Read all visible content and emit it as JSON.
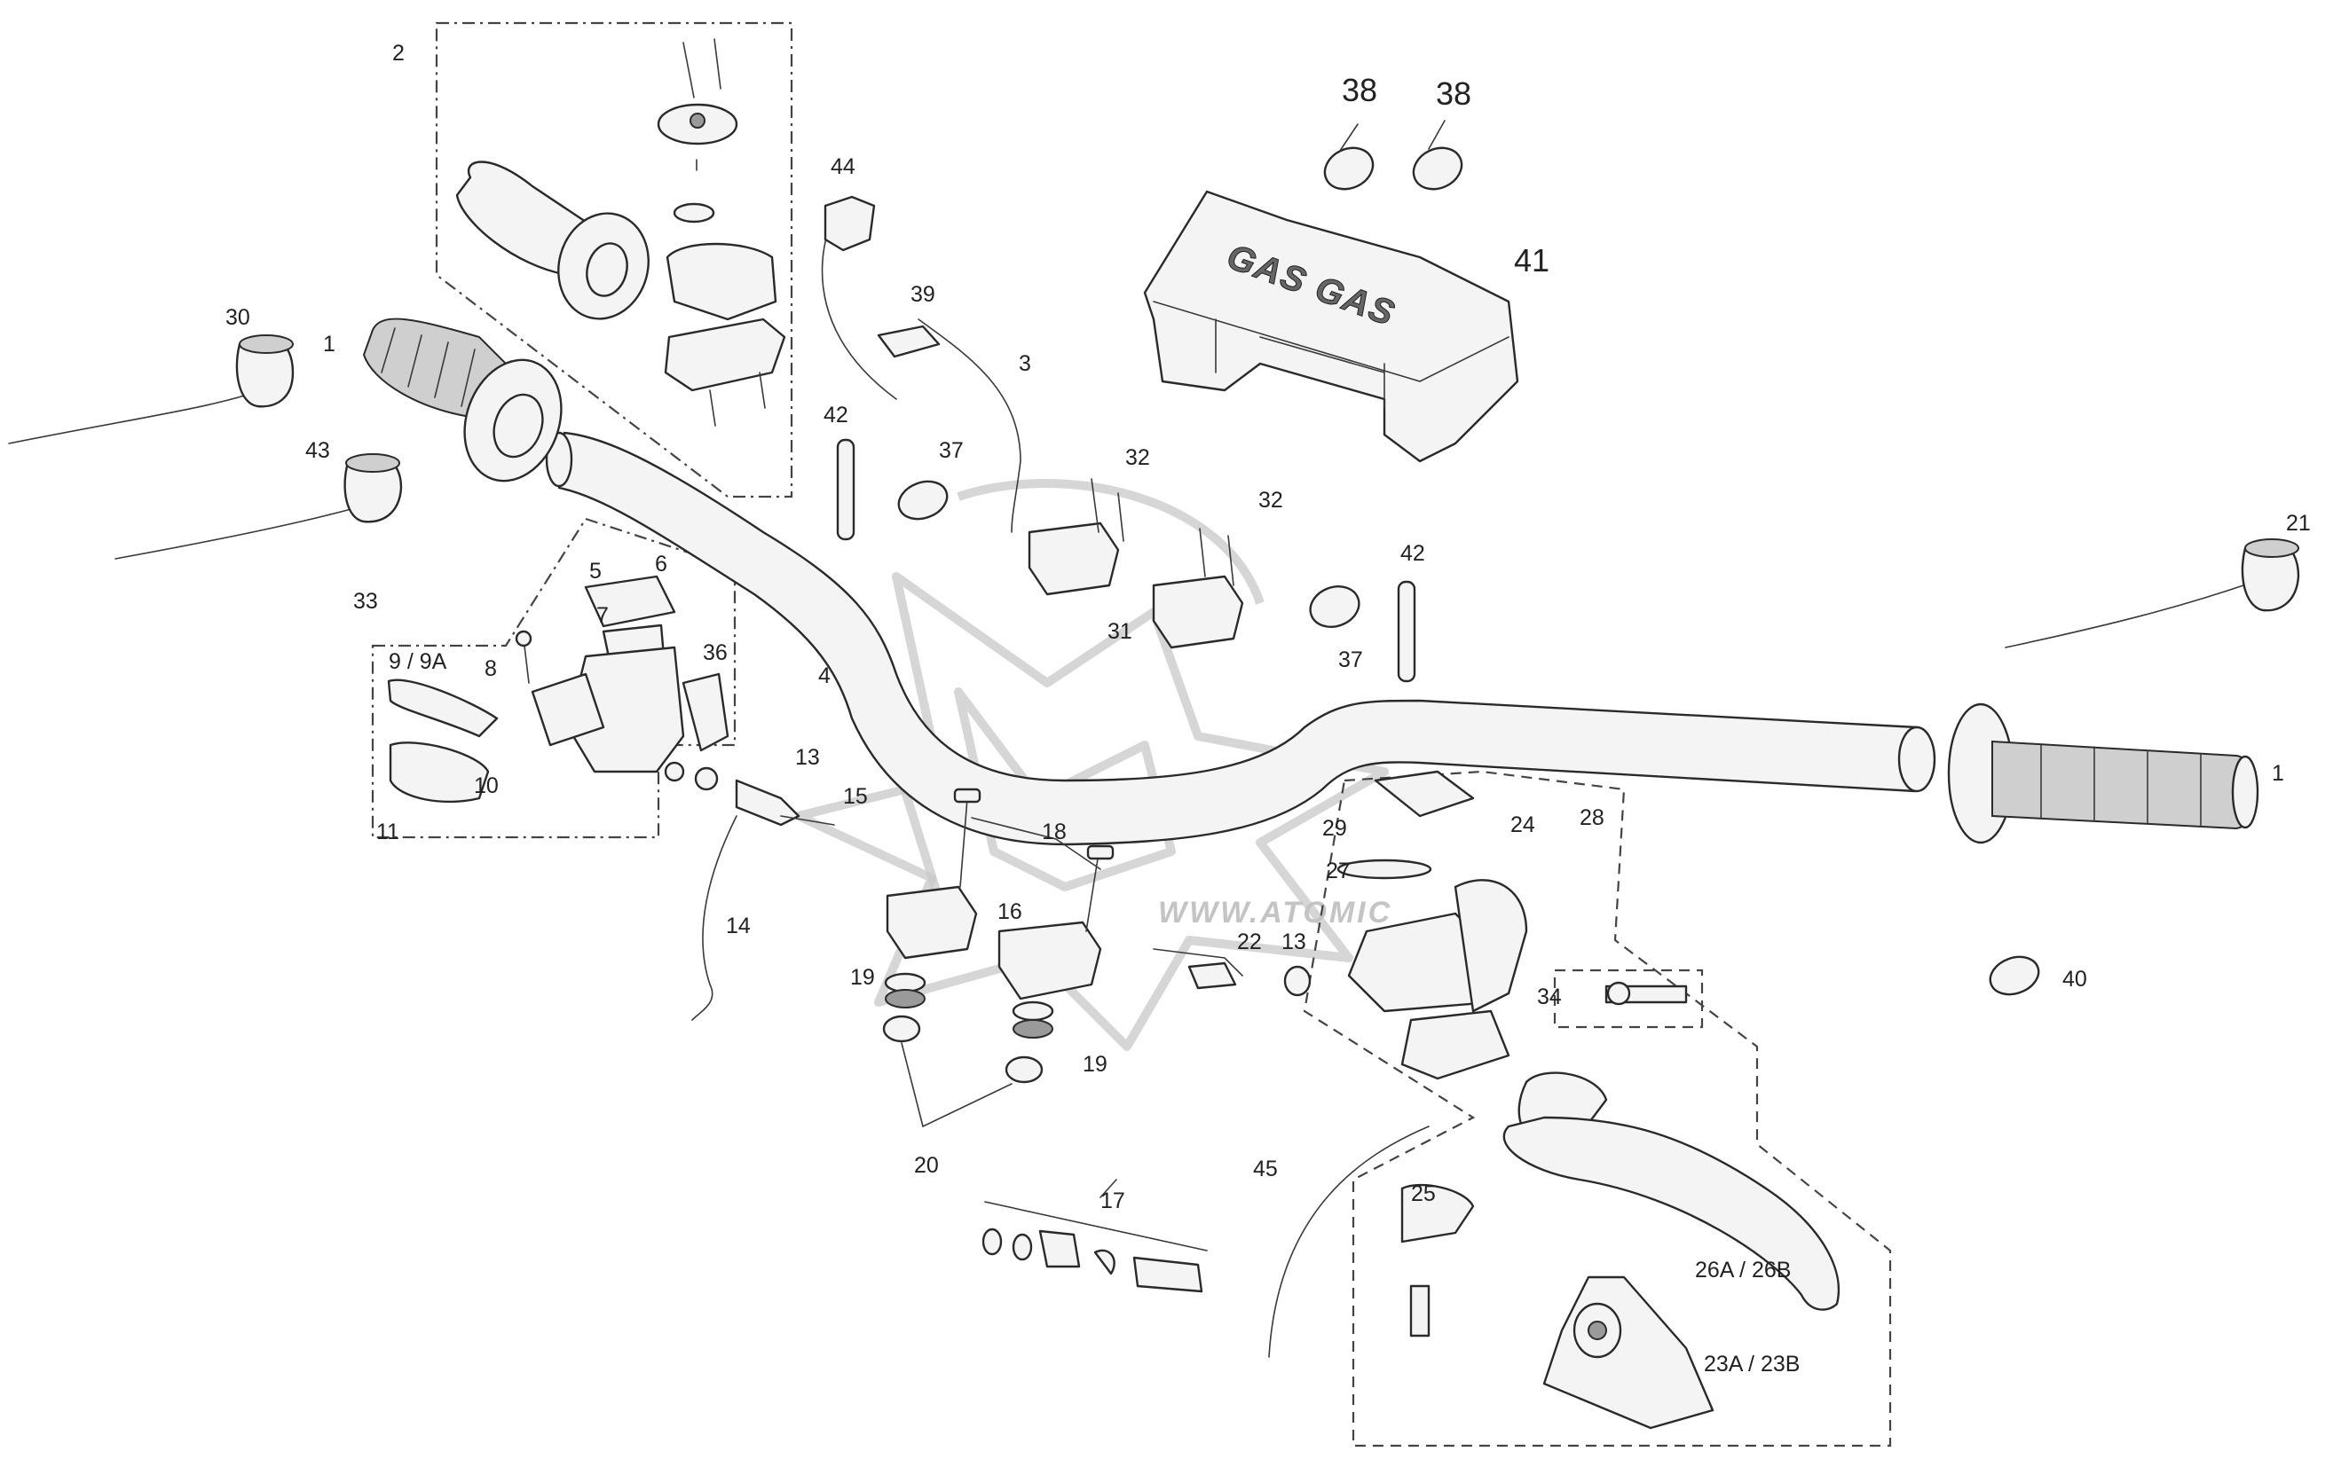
{
  "diagram": {
    "labels": {
      "l1a": "1",
      "l1b": "1",
      "l2": "2",
      "l3": "3",
      "l4": "4",
      "l5": "5",
      "l6": "6",
      "l7": "7",
      "l8": "8",
      "l9": "9 / 9A",
      "l10": "10",
      "l11": "11",
      "l13a": "13",
      "l13b": "13",
      "l14": "14",
      "l15": "15",
      "l16": "16",
      "l17": "17",
      "l18": "18",
      "l19a": "19",
      "l19b": "19",
      "l20": "20",
      "l21": "21",
      "l22": "22",
      "l23": "23A / 23B",
      "l24": "24",
      "l25": "25",
      "l26": "26A / 26B",
      "l27": "27",
      "l28": "28",
      "l29": "29",
      "l30": "30",
      "l31": "31",
      "l32a": "32",
      "l32b": "32",
      "l33": "33",
      "l34": "34",
      "l36": "36",
      "l37a": "37",
      "l37b": "37",
      "l38a": "38",
      "l38b": "38",
      "l39": "39",
      "l40": "40",
      "l41": "41",
      "l42a": "42",
      "l42b": "42",
      "l43": "43",
      "l44": "44",
      "l45": "45"
    },
    "brand_text": "GAS GAS",
    "watermark_text": "WWW.ATOMIC"
  }
}
